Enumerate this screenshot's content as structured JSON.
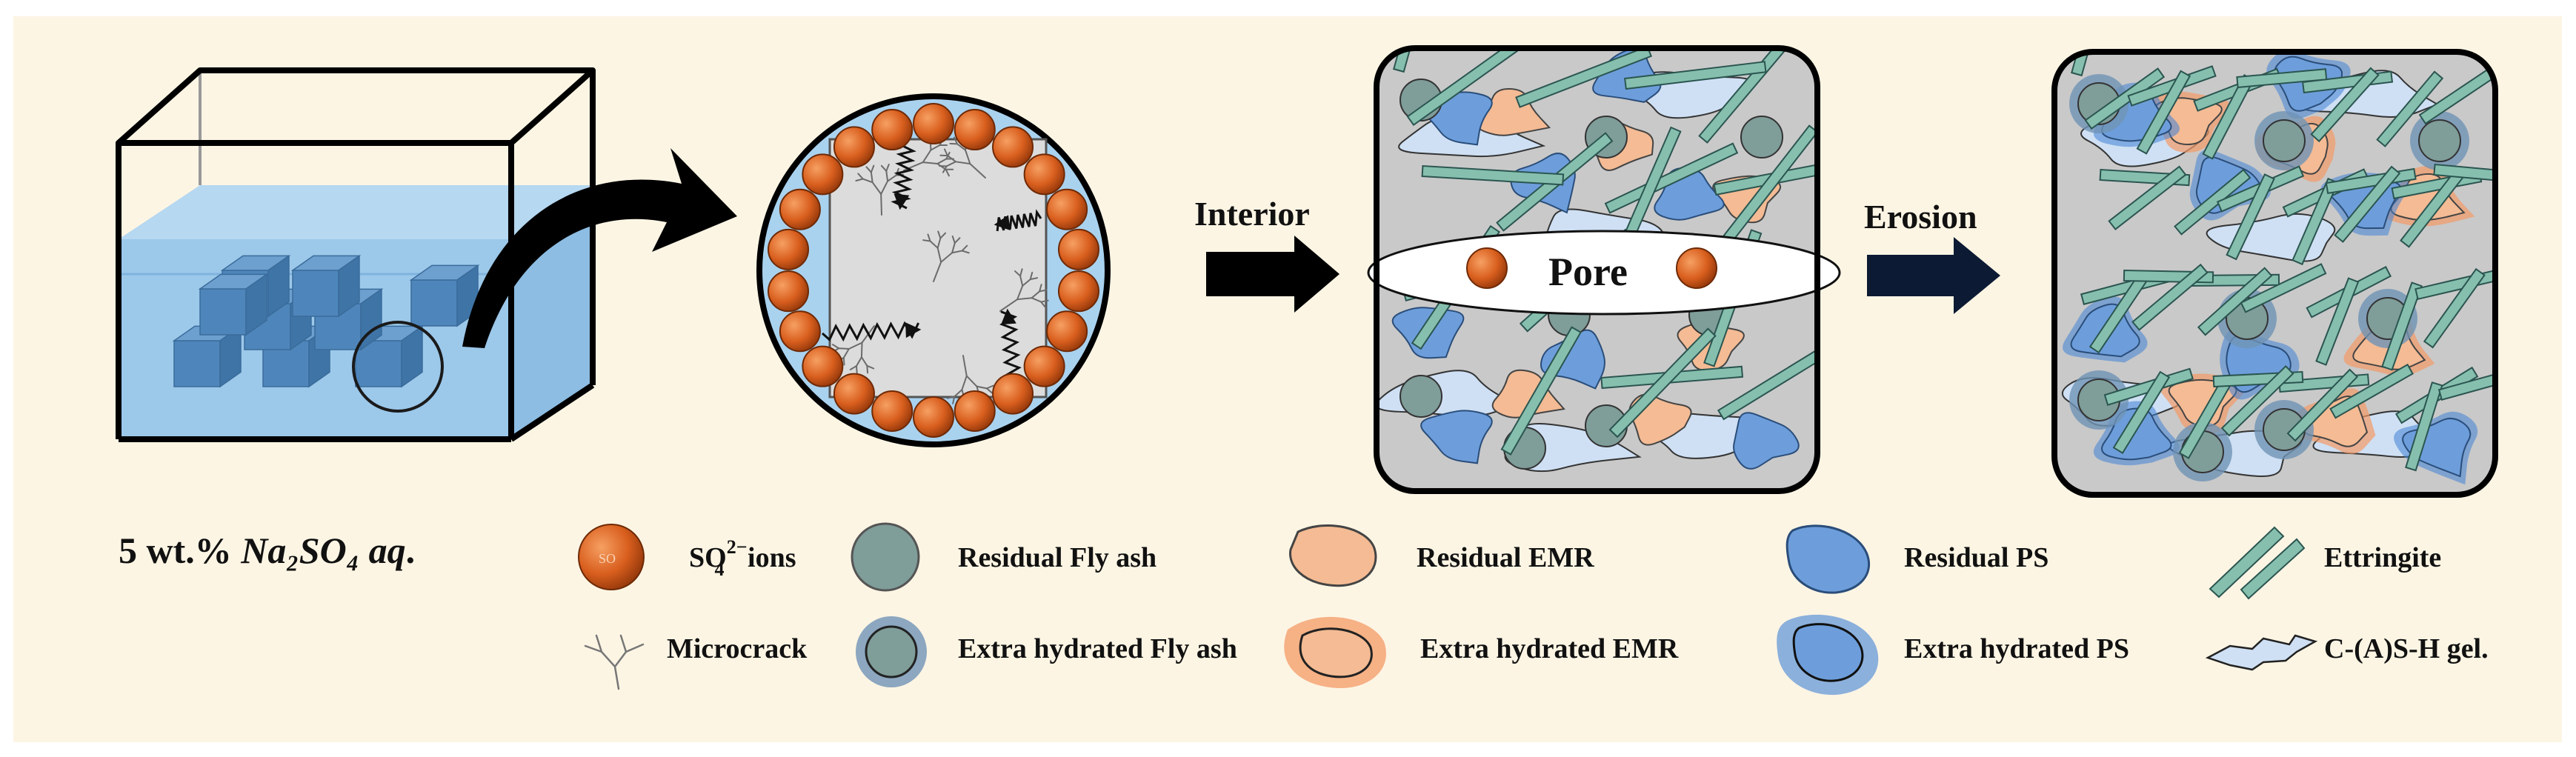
{
  "colors": {
    "background": "#fdf5e4",
    "water": "#9cc8ea",
    "cube": "#4e86bb",
    "ion": "#d95f1e",
    "matrix": "#c9c9c9",
    "fly_ash": "#7f9d99",
    "fly_ash_shell": "#6f93b5",
    "emr": "#f4bb94",
    "emr_shell": "#f39a66",
    "ps": "#6d9edb",
    "ps_shell": "#3f82d6",
    "ettringite": "#86bfae",
    "csh_gel": "#cfe0f4"
  },
  "title": {
    "prefix": "5 wt.% ",
    "chem": "Na₂SO₄",
    "suffix": " aq",
    "dot": "."
  },
  "flow": {
    "interior": "Interior",
    "erosion": "Erosion",
    "pore": "Pore"
  },
  "legend": {
    "ions_prefix": "SO",
    "ions_super": "2−",
    "ions_sub": "4",
    "ions_suffix": " ions",
    "residual_fly_ash": "Residual Fly ash",
    "residual_emr": "Residual EMR",
    "residual_ps": "Residual PS",
    "ettringite": "Ettringite",
    "microcrack": "Microcrack",
    "extra_fly_ash": "Extra hydrated Fly ash",
    "extra_emr": "Extra hydrated EMR",
    "extra_ps": "Extra hydrated PS",
    "csh_gel": "C-(A)S-H gel."
  }
}
